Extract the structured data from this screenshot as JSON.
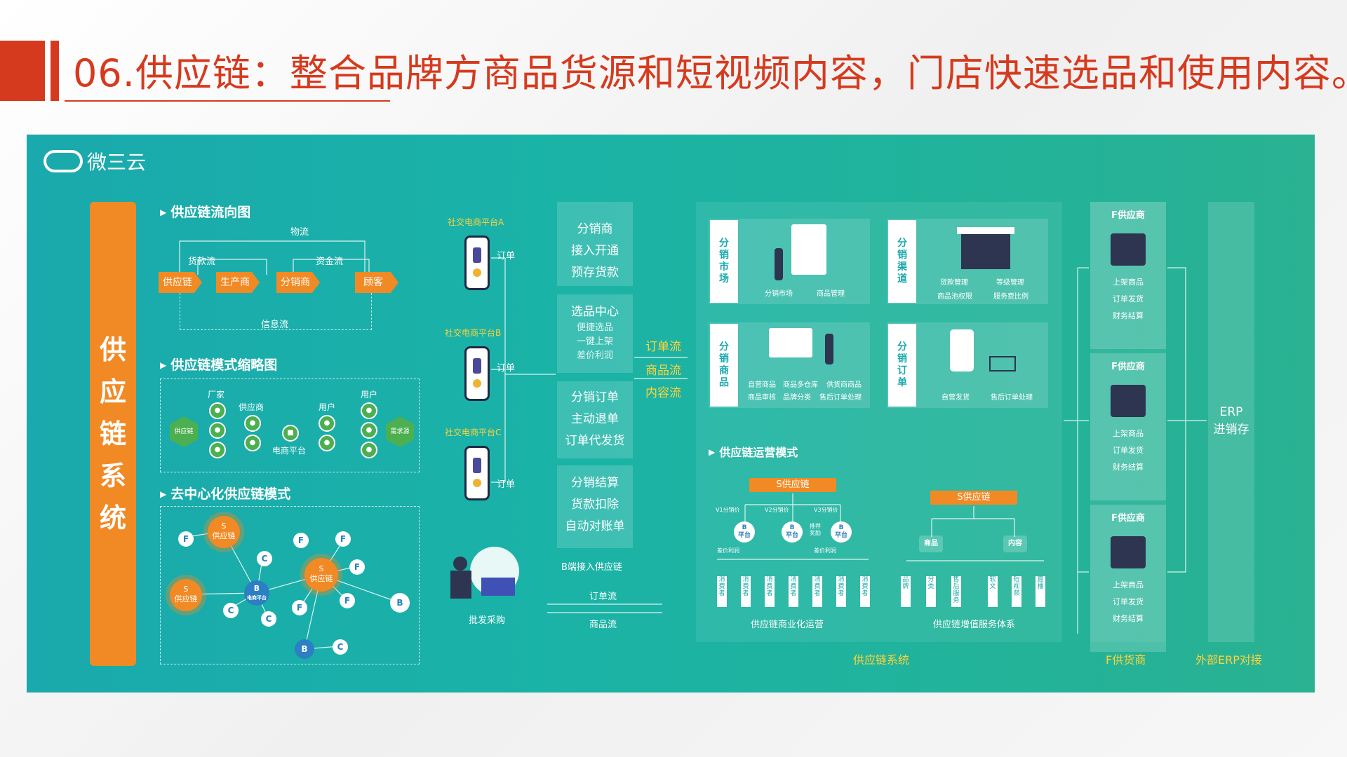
{
  "title": "06.供应链：整合品牌方商品货源和短视频内容，门店快速选品和使用内容。",
  "logo": "微三云",
  "side_pill": [
    "供",
    "应",
    "链",
    "系",
    "统"
  ],
  "flow_section": {
    "heading": "供应链流向图",
    "labels": {
      "wuliu": "物流",
      "huokuan": "货款流",
      "zijin": "资金流",
      "xinxi": "信息流"
    },
    "nodes": [
      "供应链",
      "生产商",
      "分销商",
      "顾客"
    ]
  },
  "mode_section": {
    "heading": "供应链模式缩略图",
    "labels": {
      "changjia": "厂家",
      "gongying": "供应商",
      "yonghu1": "用户",
      "yonghu2": "用户",
      "dianshang": "电商平台"
    },
    "left_hex": "供应链",
    "right_hex": "需求源"
  },
  "decentral_section": {
    "heading": "去中心化供应链模式",
    "s_node": "S",
    "s_label": "供应链",
    "b_label": "电商平台",
    "letters": {
      "f": "F",
      "c": "C",
      "b": "B"
    }
  },
  "platforms": [
    {
      "name": "社交电商平台A",
      "order": "订单"
    },
    {
      "name": "社交电商平台B",
      "order": "订单"
    },
    {
      "name": "社交电商平台C",
      "order": "订单"
    }
  ],
  "wholesale": {
    "label": "批发采购",
    "b_access": "B端接入供应链",
    "order_flow": "订单流",
    "goods_flow": "商品流"
  },
  "mid_boxes": [
    {
      "lines": [
        "分销商",
        "接入开通",
        "预存货款"
      ]
    },
    {
      "title": "选品中心",
      "lines": [
        "便捷选品",
        "一键上架",
        "差价利润"
      ]
    },
    {
      "lines": [
        "分销订单",
        "主动退单",
        "订单代发货"
      ]
    },
    {
      "lines": [
        "分销结算",
        "货款扣除",
        "自动对账单"
      ]
    }
  ],
  "flows": [
    "订单流",
    "商品流",
    "内容流"
  ],
  "cards": [
    {
      "tab": [
        "分",
        "销",
        "市",
        "场"
      ],
      "labels": [
        "分销市场",
        "商品管理"
      ]
    },
    {
      "tab": [
        "分",
        "销",
        "渠",
        "道"
      ],
      "labels": [
        "货款管理",
        "等级管理",
        "商品池权限",
        "服务费比例"
      ]
    },
    {
      "tab": [
        "分",
        "销",
        "商",
        "品"
      ],
      "labels": [
        "自营商品",
        "商品多仓库",
        "供货商商品",
        "商品审核",
        "品牌分类",
        "售后订单处理"
      ]
    },
    {
      "tab": [
        "分",
        "销",
        "订",
        "单"
      ],
      "labels": [
        "自营发货",
        "售后订单处理"
      ]
    }
  ],
  "ops_section": {
    "heading": "供应链运营模式",
    "s_tag_left": "S供应链",
    "s_tag_right": "S供应链",
    "v_labels": [
      "V1分销价",
      "V2分销价",
      "V3分销价"
    ],
    "platform_label": "平台",
    "b": "B",
    "jiajia": "差价利润",
    "tuijian": "推荐奖励",
    "consumer": "消费者",
    "left_caption": "供应链商业化运营",
    "right_caption": "供应链增值服务体系",
    "goods": "商品",
    "content": "内容",
    "right_bars": [
      "品牌",
      "分类",
      "售后服务",
      "软文",
      "短视频",
      "直播"
    ]
  },
  "suppliers": [
    {
      "title": "F供应商",
      "lines": [
        "上架商品",
        "订单发货",
        "财务结算"
      ]
    },
    {
      "title": "F供应商",
      "lines": [
        "上架商品",
        "订单发货",
        "财务结算"
      ]
    },
    {
      "title": "F供应商",
      "lines": [
        "上架商品",
        "订单发货",
        "财务结算"
      ]
    }
  ],
  "erp": {
    "line1": "ERP",
    "line2": "进销存"
  },
  "footer": {
    "system": "供应链系统",
    "f_supply": "F供货商",
    "erp": "外部ERP对接"
  },
  "colors": {
    "accent": "#d63a1e",
    "orange": "#f18a24",
    "teal": "#1aa9ad",
    "footer_text": "#ffd23a"
  }
}
